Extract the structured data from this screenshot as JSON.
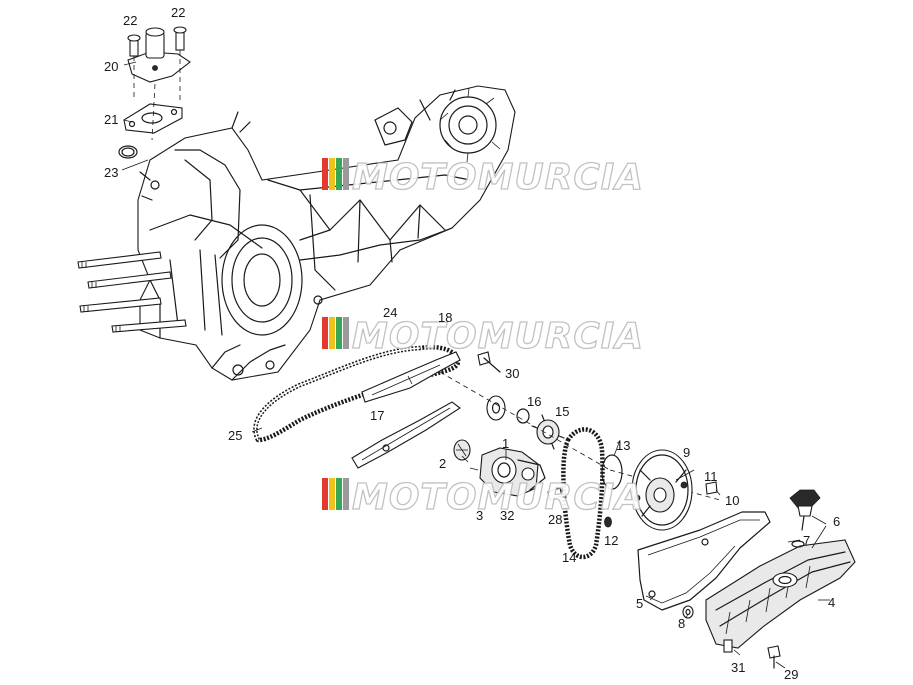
{
  "watermark": {
    "text": "MOTOMURCIA",
    "colors": [
      "#e23b2e",
      "#f1c21b",
      "#3aa655",
      "#9a9a9a"
    ]
  },
  "callouts": [
    {
      "id": "c22a",
      "text": "22"
    },
    {
      "id": "c22b",
      "text": "22"
    },
    {
      "id": "c20",
      "text": "20"
    },
    {
      "id": "c21",
      "text": "21"
    },
    {
      "id": "c23",
      "text": "23"
    },
    {
      "id": "c24",
      "text": "24"
    },
    {
      "id": "c18",
      "text": "18"
    },
    {
      "id": "c30",
      "text": "30"
    },
    {
      "id": "c17",
      "text": "17"
    },
    {
      "id": "c16",
      "text": "16"
    },
    {
      "id": "c15",
      "text": "15"
    },
    {
      "id": "c25",
      "text": "25"
    },
    {
      "id": "c1",
      "text": "1"
    },
    {
      "id": "c2",
      "text": "2"
    },
    {
      "id": "c13",
      "text": "13"
    },
    {
      "id": "c9",
      "text": "9"
    },
    {
      "id": "c11",
      "text": "11"
    },
    {
      "id": "c10",
      "text": "10"
    },
    {
      "id": "c3",
      "text": "3"
    },
    {
      "id": "c32",
      "text": "32"
    },
    {
      "id": "c28",
      "text": "28"
    },
    {
      "id": "c12",
      "text": "12"
    },
    {
      "id": "c14",
      "text": "14"
    },
    {
      "id": "c6",
      "text": "6"
    },
    {
      "id": "c7",
      "text": "7"
    },
    {
      "id": "c5",
      "text": "5"
    },
    {
      "id": "c4",
      "text": "4"
    },
    {
      "id": "c8",
      "text": "8"
    },
    {
      "id": "c31",
      "text": "31"
    },
    {
      "id": "c29",
      "text": "29"
    }
  ]
}
